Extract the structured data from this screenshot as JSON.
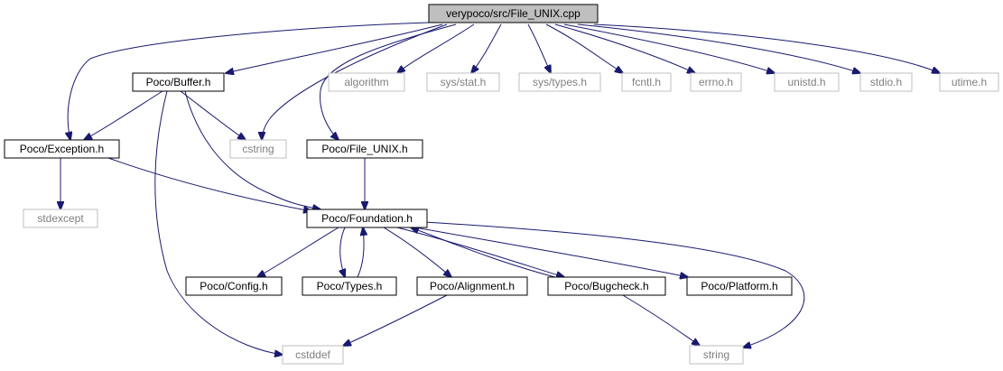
{
  "colors": {
    "edge": "#191970",
    "node_border_defined": "#000000",
    "node_border_external": "#bfbfbf",
    "node_fill_root": "#bfbfbf",
    "node_fill": "#ffffff",
    "text_defined": "#000000",
    "text_external": "#7f7f7f"
  },
  "nodes": [
    {
      "id": "root",
      "label": "verypoco/src/File_UNIX.cpp",
      "kind": "root"
    },
    {
      "id": "buffer",
      "label": "Poco/Buffer.h",
      "kind": "defined"
    },
    {
      "id": "exception",
      "label": "Poco/Exception.h",
      "kind": "defined"
    },
    {
      "id": "file_unix_h",
      "label": "Poco/File_UNIX.h",
      "kind": "defined"
    },
    {
      "id": "foundation",
      "label": "Poco/Foundation.h",
      "kind": "defined"
    },
    {
      "id": "config",
      "label": "Poco/Config.h",
      "kind": "defined"
    },
    {
      "id": "types",
      "label": "Poco/Types.h",
      "kind": "defined"
    },
    {
      "id": "alignment",
      "label": "Poco/Alignment.h",
      "kind": "defined"
    },
    {
      "id": "bugcheck",
      "label": "Poco/Bugcheck.h",
      "kind": "defined"
    },
    {
      "id": "platform",
      "label": "Poco/Platform.h",
      "kind": "defined"
    },
    {
      "id": "algorithm",
      "label": "algorithm",
      "kind": "external"
    },
    {
      "id": "sys_stat",
      "label": "sys/stat.h",
      "kind": "external"
    },
    {
      "id": "sys_types",
      "label": "sys/types.h",
      "kind": "external"
    },
    {
      "id": "fcntl",
      "label": "fcntl.h",
      "kind": "external"
    },
    {
      "id": "errno",
      "label": "errno.h",
      "kind": "external"
    },
    {
      "id": "unistd",
      "label": "unistd.h",
      "kind": "external"
    },
    {
      "id": "stdio",
      "label": "stdio.h",
      "kind": "external"
    },
    {
      "id": "utime",
      "label": "utime.h",
      "kind": "external"
    },
    {
      "id": "cstring",
      "label": "cstring",
      "kind": "external"
    },
    {
      "id": "stdexcept",
      "label": "stdexcept",
      "kind": "external"
    },
    {
      "id": "cstddef",
      "label": "cstddef",
      "kind": "external"
    },
    {
      "id": "string",
      "label": "string",
      "kind": "external"
    }
  ],
  "edges": [
    {
      "from": "root",
      "to": "buffer"
    },
    {
      "from": "root",
      "to": "exception"
    },
    {
      "from": "root",
      "to": "cstring"
    },
    {
      "from": "root",
      "to": "file_unix_h"
    },
    {
      "from": "root",
      "to": "algorithm"
    },
    {
      "from": "root",
      "to": "sys_stat"
    },
    {
      "from": "root",
      "to": "sys_types"
    },
    {
      "from": "root",
      "to": "fcntl"
    },
    {
      "from": "root",
      "to": "errno"
    },
    {
      "from": "root",
      "to": "unistd"
    },
    {
      "from": "root",
      "to": "stdio"
    },
    {
      "from": "root",
      "to": "utime"
    },
    {
      "from": "buffer",
      "to": "exception"
    },
    {
      "from": "buffer",
      "to": "cstring"
    },
    {
      "from": "buffer",
      "to": "foundation"
    },
    {
      "from": "buffer",
      "to": "cstddef"
    },
    {
      "from": "exception",
      "to": "stdexcept"
    },
    {
      "from": "exception",
      "to": "foundation"
    },
    {
      "from": "file_unix_h",
      "to": "foundation"
    },
    {
      "from": "foundation",
      "to": "config"
    },
    {
      "from": "foundation",
      "to": "types"
    },
    {
      "from": "types",
      "to": "foundation"
    },
    {
      "from": "foundation",
      "to": "alignment"
    },
    {
      "from": "foundation",
      "to": "bugcheck"
    },
    {
      "from": "bugcheck",
      "to": "foundation"
    },
    {
      "from": "foundation",
      "to": "platform"
    },
    {
      "from": "foundation",
      "to": "string"
    },
    {
      "from": "alignment",
      "to": "cstddef"
    },
    {
      "from": "bugcheck",
      "to": "string"
    }
  ]
}
